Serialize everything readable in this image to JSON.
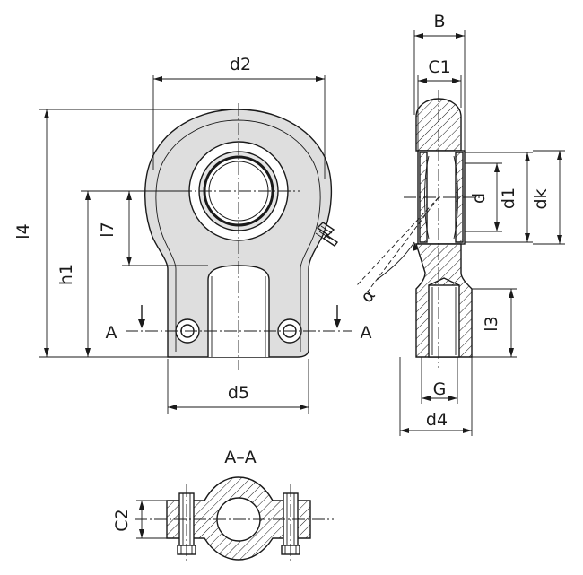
{
  "labels": {
    "d2": "d2",
    "l4": "l4",
    "l7": "l7",
    "h1": "h1",
    "a_left": "A",
    "a_right": "A",
    "d5": "d5",
    "b": "B",
    "c1": "C1",
    "d": "d",
    "d1": "d1",
    "dk": "dk",
    "alpha": "α",
    "l3": "l3",
    "g": "G",
    "d4": "d4",
    "section": "A–A",
    "c2": "C2"
  }
}
